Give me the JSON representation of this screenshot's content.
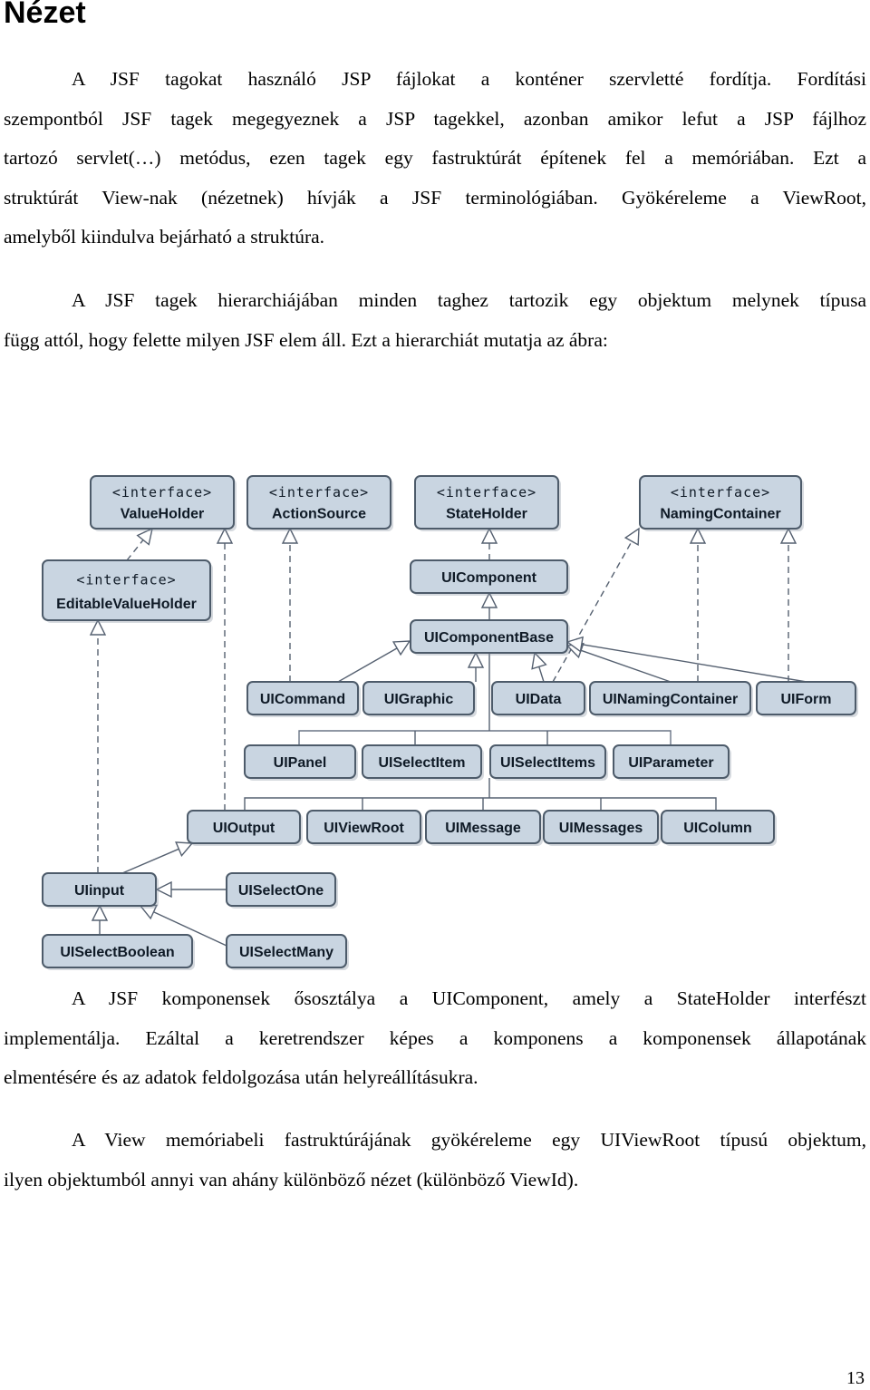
{
  "heading": "Nézet",
  "paragraphs": [
    {
      "lines": [
        "A JSF tagokat használó JSP fájlokat a konténer szervletté fordítja. Fordítási",
        "szempontból JSF tagek megegyeznek a JSP tagekkel, azonban amikor lefut a JSP fájlhoz",
        "tartozó servlet(…) metódus, ezen tagek egy fastruktúrát építenek fel a memóriában. Ezt a",
        "struktúrát View-nak (nézetnek) hívják a JSF terminológiában. Gyökéreleme a ViewRoot,",
        "amelyből kiindulva bejárható a struktúra."
      ]
    },
    {
      "lines": [
        "A JSF tagek hierarchiájában minden taghez tartozik egy objektum melynek típusa",
        "függ attól, hogy  felette milyen JSF elem áll. Ezt a hierarchiát mutatja az ábra:"
      ]
    },
    {
      "lines": [
        "A JSF komponensek ősosztálya a UIComponent, amely a StateHolder interfészt",
        "implementálja. Ezáltal a keretrendszer képes a komponens a komponensek állapotának",
        "elmentésére és az adatok feldolgozása után helyreállításukra."
      ]
    },
    {
      "lines": [
        "A View memóriabeli fastruktúrájának gyökéreleme egy UIViewRoot típusú objektum,",
        "ilyen objektumból annyi van ahány különböző nézet (különböző ViewId)."
      ]
    }
  ],
  "diagram": {
    "stereotype": "<interface>",
    "interfaces": [
      "ValueHolder",
      "ActionSource",
      "StateHolder",
      "NamingContainer",
      "EditableValueHolder"
    ],
    "classes": [
      "UIComponent",
      "UIComponentBase",
      "UICommand",
      "UIGraphic",
      "UIData",
      "UINamingContainer",
      "UIForm",
      "UIPanel",
      "UISelectItem",
      "UISelectItems",
      "UIParameter",
      "UIOutput",
      "UIViewRoot",
      "UIMessage",
      "UIMessages",
      "UIColumn",
      "UIinput",
      "UISelectOne",
      "UISelectBoolean",
      "UISelectMany"
    ]
  },
  "page_number": "13",
  "colors": {
    "box_fill": "#c9d5e1",
    "box_border": "#4d5b6a",
    "text": "#000000"
  }
}
